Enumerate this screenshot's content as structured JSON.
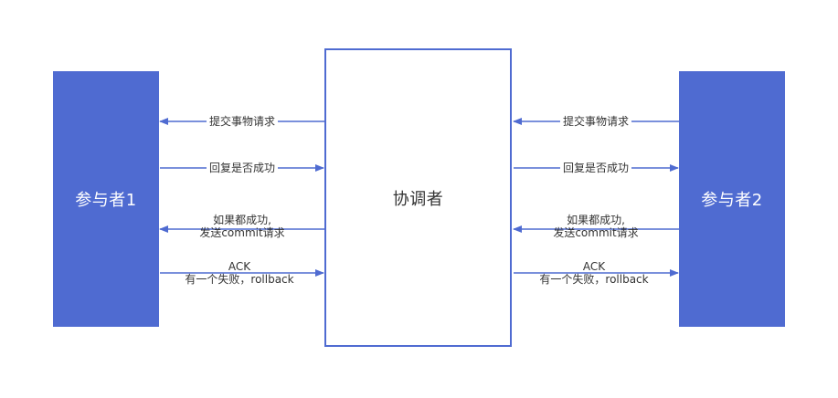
{
  "colors": {
    "participant_fill": "#4f6bd1",
    "arrow": "#4f6bd1",
    "coordinator_border": "#4f6bd1",
    "text": "#333333"
  },
  "nodes": {
    "participant1": "参与者1",
    "coordinator": "协调者",
    "participant2": "参与者2"
  },
  "messages": {
    "submit_request": "提交事物请求",
    "reply_result": "回复是否成功",
    "commit_line1": "如果都成功,",
    "commit_line2": "发送commit请求",
    "ack_line1": "ACK",
    "ack_line2": "有一个失败，rollback"
  }
}
